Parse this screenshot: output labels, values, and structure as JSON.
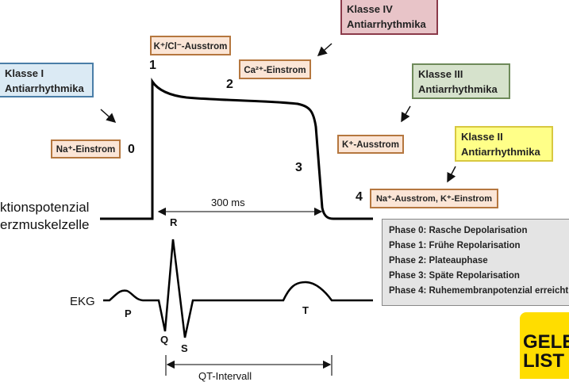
{
  "ion_labels": {
    "k_cl_out": "K⁺/Cl⁻-Ausstrom",
    "ca_in": "Ca²⁺-Einstrom",
    "na_in": "Na⁺-Einstrom",
    "k_out": "K⁺-Ausstrom",
    "na_out_k_in": "Na⁺-Ausstrom, K⁺-Einstrom"
  },
  "classes": {
    "class1": {
      "line1": "Klasse I",
      "line2": "Antiarrhythmika",
      "fill": "#dbeaf4",
      "border": "#4a7ea8"
    },
    "class2": {
      "line1": "Klasse II",
      "line2": "Antiarrhythmika",
      "fill": "#ffff88",
      "border": "#d8c840"
    },
    "class3": {
      "line1": "Klasse III",
      "line2": "Antiarrhythmika",
      "fill": "#d6e2cc",
      "border": "#6e8a5a"
    },
    "class4": {
      "line1": "Klasse IV",
      "line2": "Antiarrhythmika",
      "fill": "#e8c4c8",
      "border": "#8b3a4a"
    }
  },
  "phase_numbers": [
    "0",
    "1",
    "2",
    "3",
    "4"
  ],
  "ap_title": {
    "line1": "ktionspotenzial",
    "line2": "erzmuskelzelle"
  },
  "duration_label": "300 ms",
  "ekg": {
    "label": "EKG",
    "waves": {
      "P": "P",
      "Q": "Q",
      "R": "R",
      "S": "S",
      "T": "T"
    },
    "interval_label": "QT-Intervall"
  },
  "phases": [
    "Phase 0: Rasche Depolarisation",
    "Phase 1: Frühe Repolarisation",
    "Phase 2: Plateauphase",
    "Phase 3: Späte Repolarisation",
    "Phase 4: Ruhemembranpotenzial erreicht"
  ],
  "logo": {
    "line1": "GELE",
    "line2": "LIST"
  }
}
